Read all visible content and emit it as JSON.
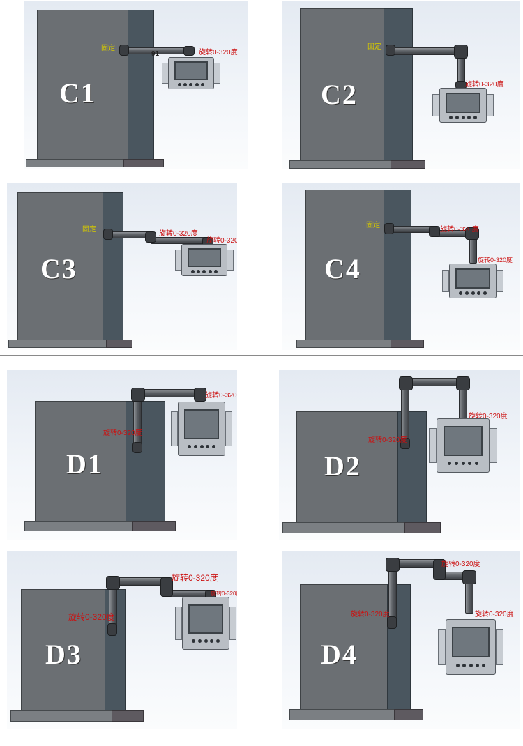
{
  "labels": {
    "fixed": "固定",
    "rotate": "旋转0-320度",
    "rotate_cut": "旋转0-320",
    "dim": "91"
  },
  "panels": [
    {
      "code": "C1"
    },
    {
      "code": "C2"
    },
    {
      "code": "C3"
    },
    {
      "code": "C4"
    },
    {
      "code": "D1"
    },
    {
      "code": "D2"
    },
    {
      "code": "D3"
    },
    {
      "code": "D4"
    }
  ],
  "colors": {
    "fixed_label": "#d4c800",
    "rotate_label": "#cc1010",
    "cabinet": "#6b6f73",
    "cabinet_side": "#4a565f"
  }
}
